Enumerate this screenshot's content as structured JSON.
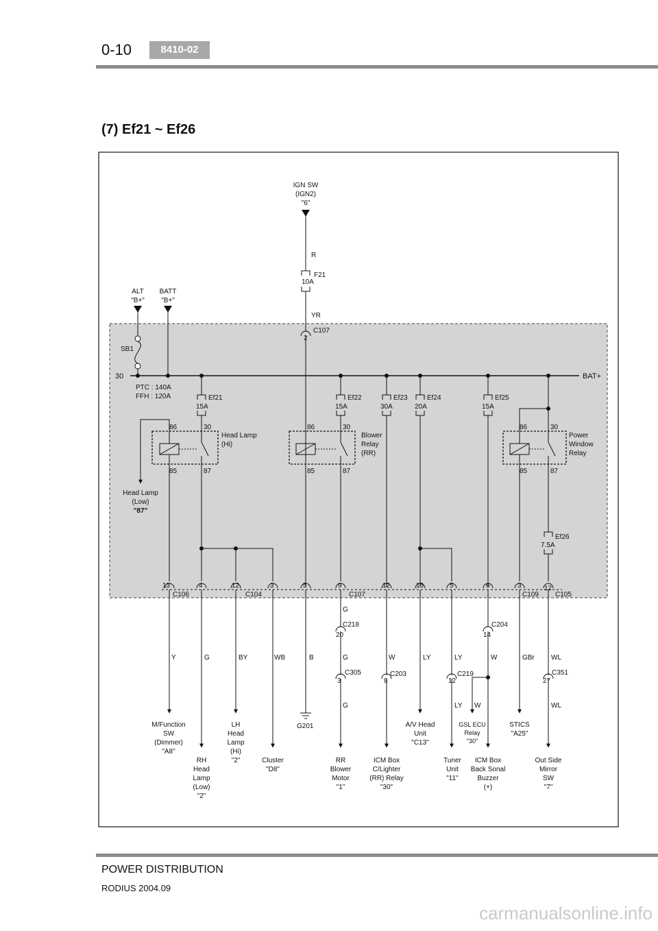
{
  "header": {
    "page_number": "0-10",
    "section_code": "8410-02"
  },
  "title": "(7) Ef21 ~ Ef26",
  "footer": {
    "section": "POWER DISTRIBUTION",
    "model_date": "RODIUS 2004.09"
  },
  "watermark": "carmanualsonline.info",
  "diagram": {
    "sources": {
      "ign_sw": [
        "IGN SW",
        "(IGN2)",
        "\"6\""
      ],
      "alt": [
        "ALT",
        "\"B+\""
      ],
      "batt": [
        "BATT",
        "\"B+\""
      ]
    },
    "bus": {
      "terminal": "30",
      "name": "BAT+"
    },
    "fusible_link": {
      "name": "SB1",
      "ratings": [
        "PTC : 140A",
        "FFH : 120A"
      ]
    },
    "fuses": {
      "f21": {
        "name": "F21",
        "rating": "10A"
      },
      "ef21": {
        "name": "Ef21",
        "rating": "15A"
      },
      "ef22": {
        "name": "Ef22",
        "rating": "15A"
      },
      "ef23": {
        "name": "Ef23",
        "rating": "30A"
      },
      "ef24": {
        "name": "Ef24",
        "rating": "20A"
      },
      "ef25": {
        "name": "Ef25",
        "rating": "15A"
      },
      "ef26": {
        "name": "Ef26",
        "rating": "7.5A"
      }
    },
    "relays": {
      "head_lamp": {
        "name": [
          "Head Lamp",
          "(Hi)"
        ],
        "pins": [
          "86",
          "30",
          "85",
          "87"
        ]
      },
      "blower": {
        "name": [
          "Blower",
          "Relay",
          "(RR)"
        ],
        "pins": [
          "86",
          "30",
          "85",
          "87"
        ]
      },
      "power_window": {
        "name": [
          "Power",
          "Window",
          "Relay"
        ],
        "pins": [
          "86",
          "30",
          "85",
          "87"
        ]
      }
    },
    "head_lamp_low": [
      "Head Lamp",
      "(Low)",
      "\"87\""
    ],
    "connectors": {
      "c107_top": {
        "name": "C107",
        "pin": "2"
      },
      "c106": {
        "name": "C106",
        "pin": "13"
      },
      "c104": {
        "name": "C104",
        "pins": [
          "4",
          "12",
          "3"
        ]
      },
      "c107": {
        "name": "C107",
        "pins": [
          "5",
          "9"
        ]
      },
      "c109": {
        "name": "C109",
        "pins": [
          "12",
          "15",
          "5",
          "6",
          "3"
        ]
      },
      "c105": {
        "name": "C105",
        "pin": "12"
      },
      "c218": {
        "name": "C218",
        "pin": "20"
      },
      "c204": {
        "name": "C204",
        "pin": "14"
      },
      "c305": {
        "name": "C305",
        "pin": "3"
      },
      "c203": {
        "name": "C203",
        "pin": "8"
      },
      "c219": {
        "name": "C219",
        "pin": "12"
      },
      "c351": {
        "name": "C351",
        "pin": "27"
      }
    },
    "wire_colors": {
      "ign": "R",
      "after_f21": "YR",
      "c106": "Y",
      "rh_low": "G",
      "lh_hi": "BY",
      "cluster": "WB",
      "ground": "B",
      "blower_1": "G",
      "blower_2": "G",
      "blower_3": "G",
      "icm_lighter": "W",
      "av_head": "LY",
      "tuner_1": "LY",
      "tuner_2": "LY",
      "gsl": "W",
      "gsl_2": "W",
      "stics": "GBr",
      "mirror_1": "WL",
      "mirror_2": "WL"
    },
    "ground": "G201",
    "loads": {
      "mfunction": [
        "M/Function",
        "SW",
        "(Dimmer)",
        "\"A8\""
      ],
      "rh_head_lamp": [
        "RH",
        "Head",
        "Lamp",
        "(Low)",
        "\"2\""
      ],
      "lh_head_lamp": [
        "LH",
        "Head",
        "Lamp",
        "(Hi)",
        "\"2\""
      ],
      "cluster": [
        "Cluster",
        "\"D8\""
      ],
      "rr_blower": [
        "RR",
        "Blower",
        "Motor",
        "\"1\""
      ],
      "icm_lighter": [
        "ICM Box",
        "C/Lighter",
        "(RR) Relay",
        "\"30\""
      ],
      "av_head": [
        "A/V Head",
        "Unit",
        "\"C13\""
      ],
      "tuner": [
        "Tuner",
        "Unit",
        "\"11\""
      ],
      "gsl_ecu": [
        "GSL ECU",
        "Relay",
        "\"30\""
      ],
      "icm_buzzer": [
        "ICM Box",
        "Back Sonal",
        "Buzzer",
        "(+)"
      ],
      "stics": [
        "STICS",
        "\"A25\""
      ],
      "mirror": [
        "Out Side",
        "Mirror",
        "SW",
        "\"7\""
      ]
    }
  }
}
